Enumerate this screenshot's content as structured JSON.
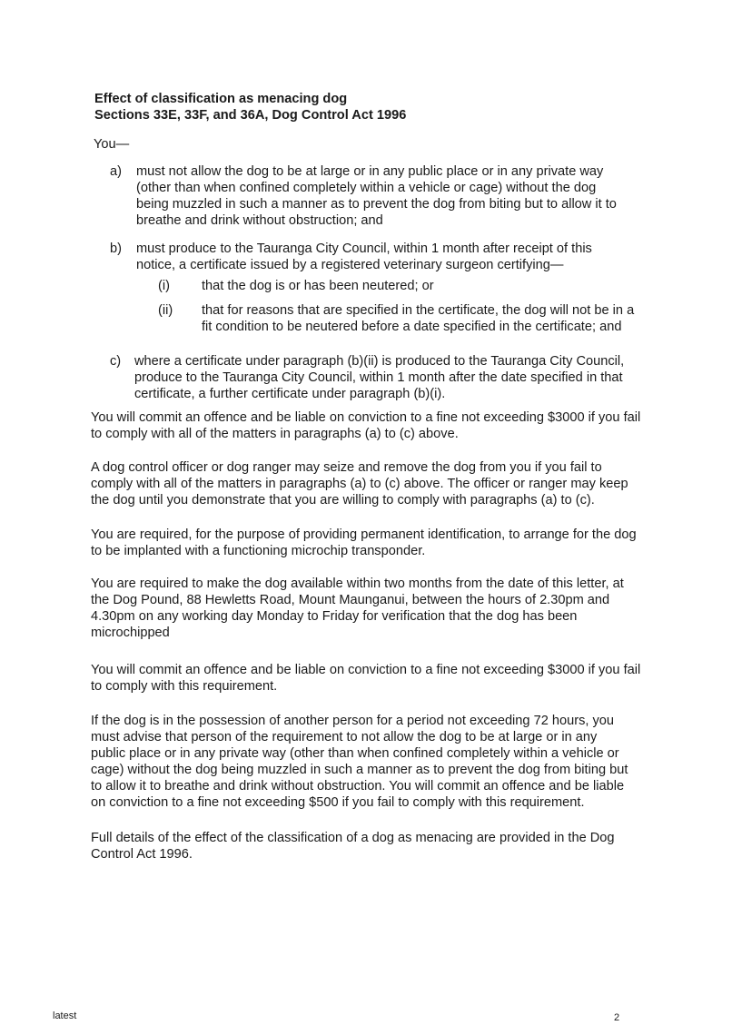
{
  "heading": {
    "line1": "Effect of classification as menacing dog",
    "line2": "Sections 33E, 33F, and 36A, Dog Control Act 1996"
  },
  "intro": "You—",
  "items": [
    {
      "label": "a)",
      "text": "must not allow the dog to be at large or in any public place or in any private way (other than when confined completely within a vehicle or cage) without the dog being muzzled in such a manner as to prevent the dog from biting but to allow it to breathe and drink without obstruction; and"
    },
    {
      "label": "b)",
      "text": "must produce to the Tauranga City Council, within 1 month after receipt of this notice, a certificate issued by a registered veterinary surgeon certifying—",
      "subitems": [
        {
          "label": "(i)",
          "text": "that the dog is or has been neutered; or"
        },
        {
          "label": "(ii)",
          "text": "that for reasons that are specified in the certificate, the dog will not be in a fit condition to be neutered before a date specified in the certificate; and"
        }
      ]
    },
    {
      "label": "c)",
      "text": "where a certificate under paragraph (b)(ii) is produced to the Tauranga City Council, produce to the Tauranga City Council, within 1 month after the date specified in that certificate, a further certificate under paragraph (b)(i)."
    }
  ],
  "paragraphs": [
    "You will commit an offence and be liable on conviction to a fine not exceeding $3000 if you fail to comply with all of the matters in paragraphs (a) to (c) above.",
    "A dog control officer or dog ranger may seize and remove the dog from you if you fail to comply with all of the matters in paragraphs (a) to (c) above.  The officer or ranger may keep the dog until you demonstrate that you are willing to comply with paragraphs (a) to (c).",
    "You are required, for the purpose of providing permanent identification, to arrange for the dog to be implanted with a functioning microchip transponder.",
    "You are required to make the dog available within two months from the date of this letter, at the Dog Pound, 88 Hewletts Road, Mount Maunganui, between the hours of 2.30pm and 4.30pm on any working day Monday to Friday for verification that the dog has been microchipped",
    "You will commit an offence and be liable on conviction to a fine not exceeding $3000 if you fail to comply with this requirement.",
    "If the dog is in the possession of another person for a period not exceeding 72 hours, you must advise that person of the requirement to not allow the dog to be at large or in any public place or in any private way (other than when confined completely within a vehicle or cage) without the dog being muzzled in such a manner as to prevent the dog from biting but to allow it to breathe and drink without obstruction.  You will commit an offence and be liable on conviction to a fine not exceeding $500 if you fail to comply with this requirement.",
    "Full details of the effect of the classification of a dog as menacing are provided in the Dog Control Act 1996."
  ],
  "footer": {
    "left": "latest",
    "page_number": "2"
  }
}
